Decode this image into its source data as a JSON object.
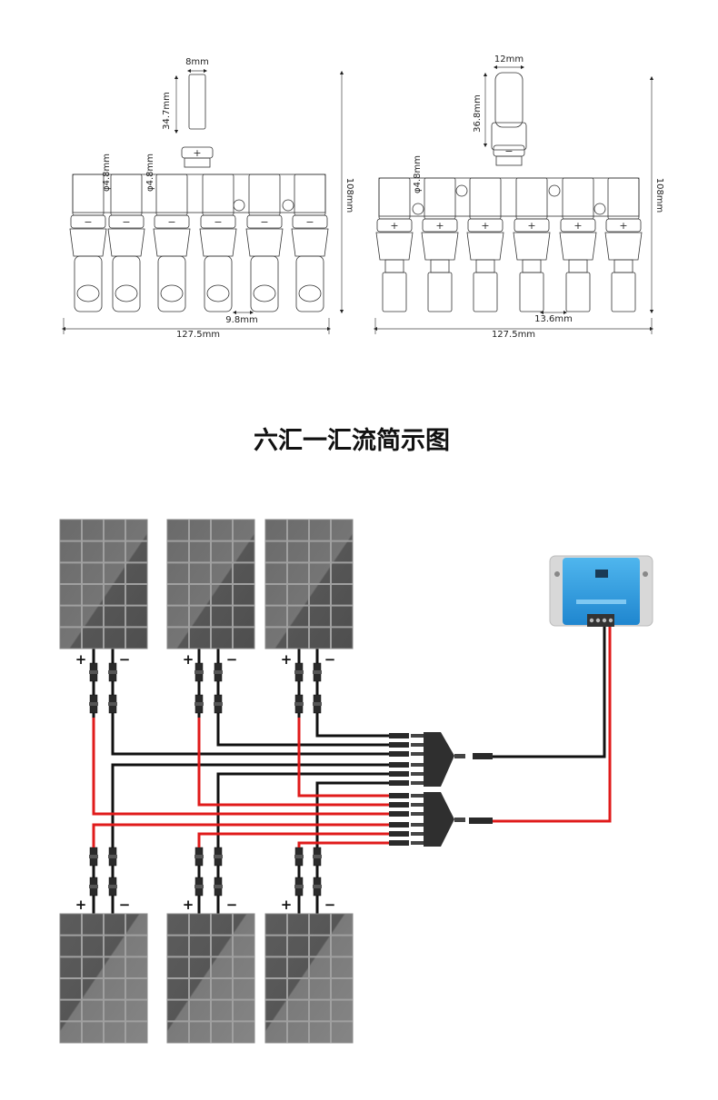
{
  "title": "六汇一汇流简示图",
  "left_connector": {
    "pin_width": "8mm",
    "pin_length": "34.7mm",
    "hole_a": "φ4.8mm",
    "hole_b": "φ4.8mm",
    "pitch": "9.8mm",
    "total_width": "127.5mm",
    "height": "108mm",
    "trunk_symbol": "+",
    "branch_symbol": "−"
  },
  "right_connector": {
    "pin_width": "12mm",
    "pin_length": "36.8mm",
    "hole": "φ4.8mm",
    "pitch": "13.6mm",
    "total_width": "127.5mm",
    "height": "108mm",
    "trunk_symbol": "−",
    "branch_symbol": "+"
  },
  "wiring": {
    "plus_label": "+",
    "minus_label": "−",
    "panel_count": 6,
    "colors": {
      "positive": "#e01b1b",
      "negative": "#111111",
      "controller": "#2b9be0"
    }
  }
}
